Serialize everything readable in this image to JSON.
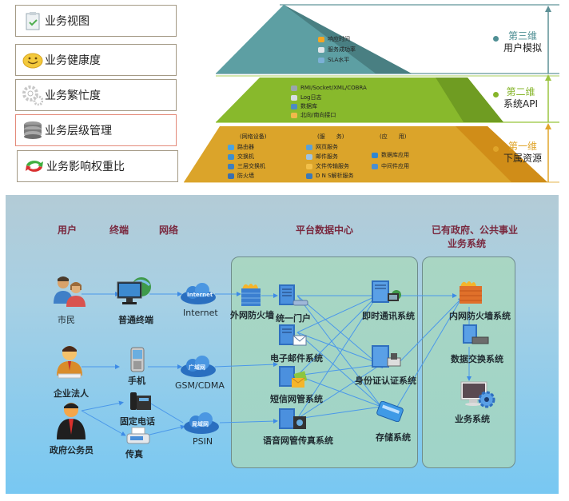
{
  "menu": [
    {
      "label": "业务视图",
      "icon": "clipboard-check-icon",
      "active": false
    },
    {
      "label": "业务健康度",
      "icon": "smiley-icon",
      "active": false
    },
    {
      "label": "业务繁忙度",
      "icon": "gears-icon",
      "active": false
    },
    {
      "label": "业务层级管理",
      "icon": "database-icon",
      "active": true
    },
    {
      "label": "业务影响权重比",
      "icon": "refresh-arrows-icon",
      "active": false
    }
  ],
  "pyramid": {
    "top": {
      "items": [
        "响应时间",
        "服务成功率",
        "SLA水平"
      ],
      "dimension": "第三维",
      "name": "用户模拟",
      "color": "#4f8f94"
    },
    "middle": {
      "items": [
        "RMI/Socket/XML/COBRA",
        "Log日志",
        "数据库",
        "北向/南向接口"
      ],
      "dimension": "第二维",
      "name": "系统API",
      "color": "#86b52a"
    },
    "bottom": {
      "columns": [
        {
          "header": "(网络设备)",
          "items": [
            "路由器",
            "交换机",
            "三层交换机",
            "防火墙"
          ]
        },
        {
          "header": "(服　　务)",
          "items": [
            "网页服务",
            "邮件服务",
            "文件传输服务",
            "D N S解析服务"
          ]
        },
        {
          "header": "(应　　用)",
          "items": [
            "数据库应用",
            "中间件应用"
          ]
        }
      ],
      "dimension": "第一维",
      "name": "下属资源",
      "color": "#e0a52a"
    }
  },
  "network": {
    "headers": {
      "users": "用户",
      "terminals": "终端",
      "networks": "网络",
      "platform": "平台数据中心",
      "existing_line1": "已有政府、公共事业",
      "existing_line2": "业务系统"
    },
    "users": [
      "市民",
      "企业法人",
      "政府公务员"
    ],
    "terminals": [
      "普通终端",
      "手机",
      "固定电话",
      "传真"
    ],
    "networks": [
      {
        "label": "Internet",
        "cloud_text": "Internet"
      },
      {
        "label": "GSM/CDMA",
        "cloud_text": "广域网"
      },
      {
        "label": "PSIN",
        "cloud_text": "局域网"
      }
    ],
    "platform_left": [
      "外网防火墙",
      "统一门户",
      "电子邮件系统",
      "短信网管系统",
      "语音网管传真系统"
    ],
    "platform_right": [
      "即时通讯系统",
      "身份证认证系统",
      "存储系统"
    ],
    "existing": [
      "内网防火墙系统",
      "数据交换系统",
      "业务系统"
    ]
  }
}
